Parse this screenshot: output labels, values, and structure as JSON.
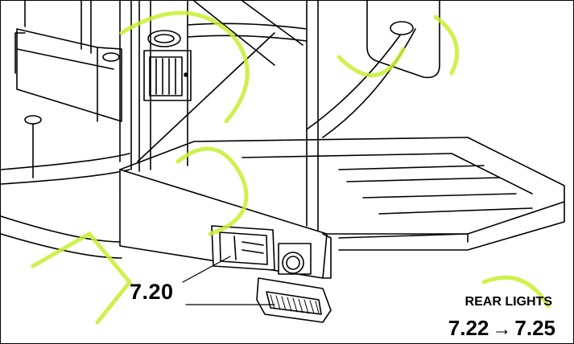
{
  "labels": {
    "main_ref": "7.20",
    "section_title": "REAR LIGHTS",
    "range_start": "7.22",
    "range_arrow": "→",
    "range_end": "7.25"
  },
  "colors": {
    "line": "#000000",
    "background": "#ffffff",
    "watermark": "#c6f02e"
  },
  "icons": {
    "arrow": "right-arrow-icon"
  }
}
